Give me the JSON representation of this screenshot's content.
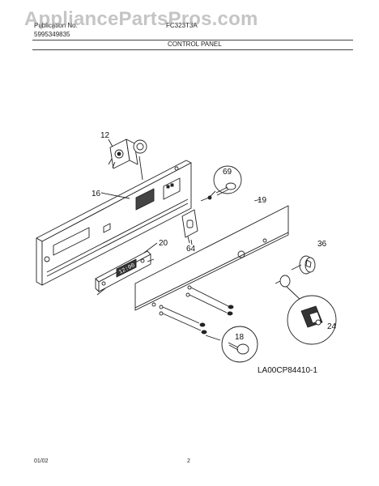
{
  "header": {
    "publication_label": "Publication No.",
    "publication_number": "5995349835",
    "model": "FC323T3A",
    "section_title": "CONTROL PANEL",
    "watermark": "AppliancePartsPros.com"
  },
  "parts": [
    {
      "number": "12"
    },
    {
      "number": "16"
    },
    {
      "number": "69"
    },
    {
      "number": "19"
    },
    {
      "number": "20"
    },
    {
      "number": "64"
    },
    {
      "number": "36"
    },
    {
      "number": "24"
    },
    {
      "number": "18"
    }
  ],
  "display_readout": "12:00",
  "document_code": "LA00CP84410-1",
  "footer": {
    "date": "01/02",
    "page": "2"
  }
}
